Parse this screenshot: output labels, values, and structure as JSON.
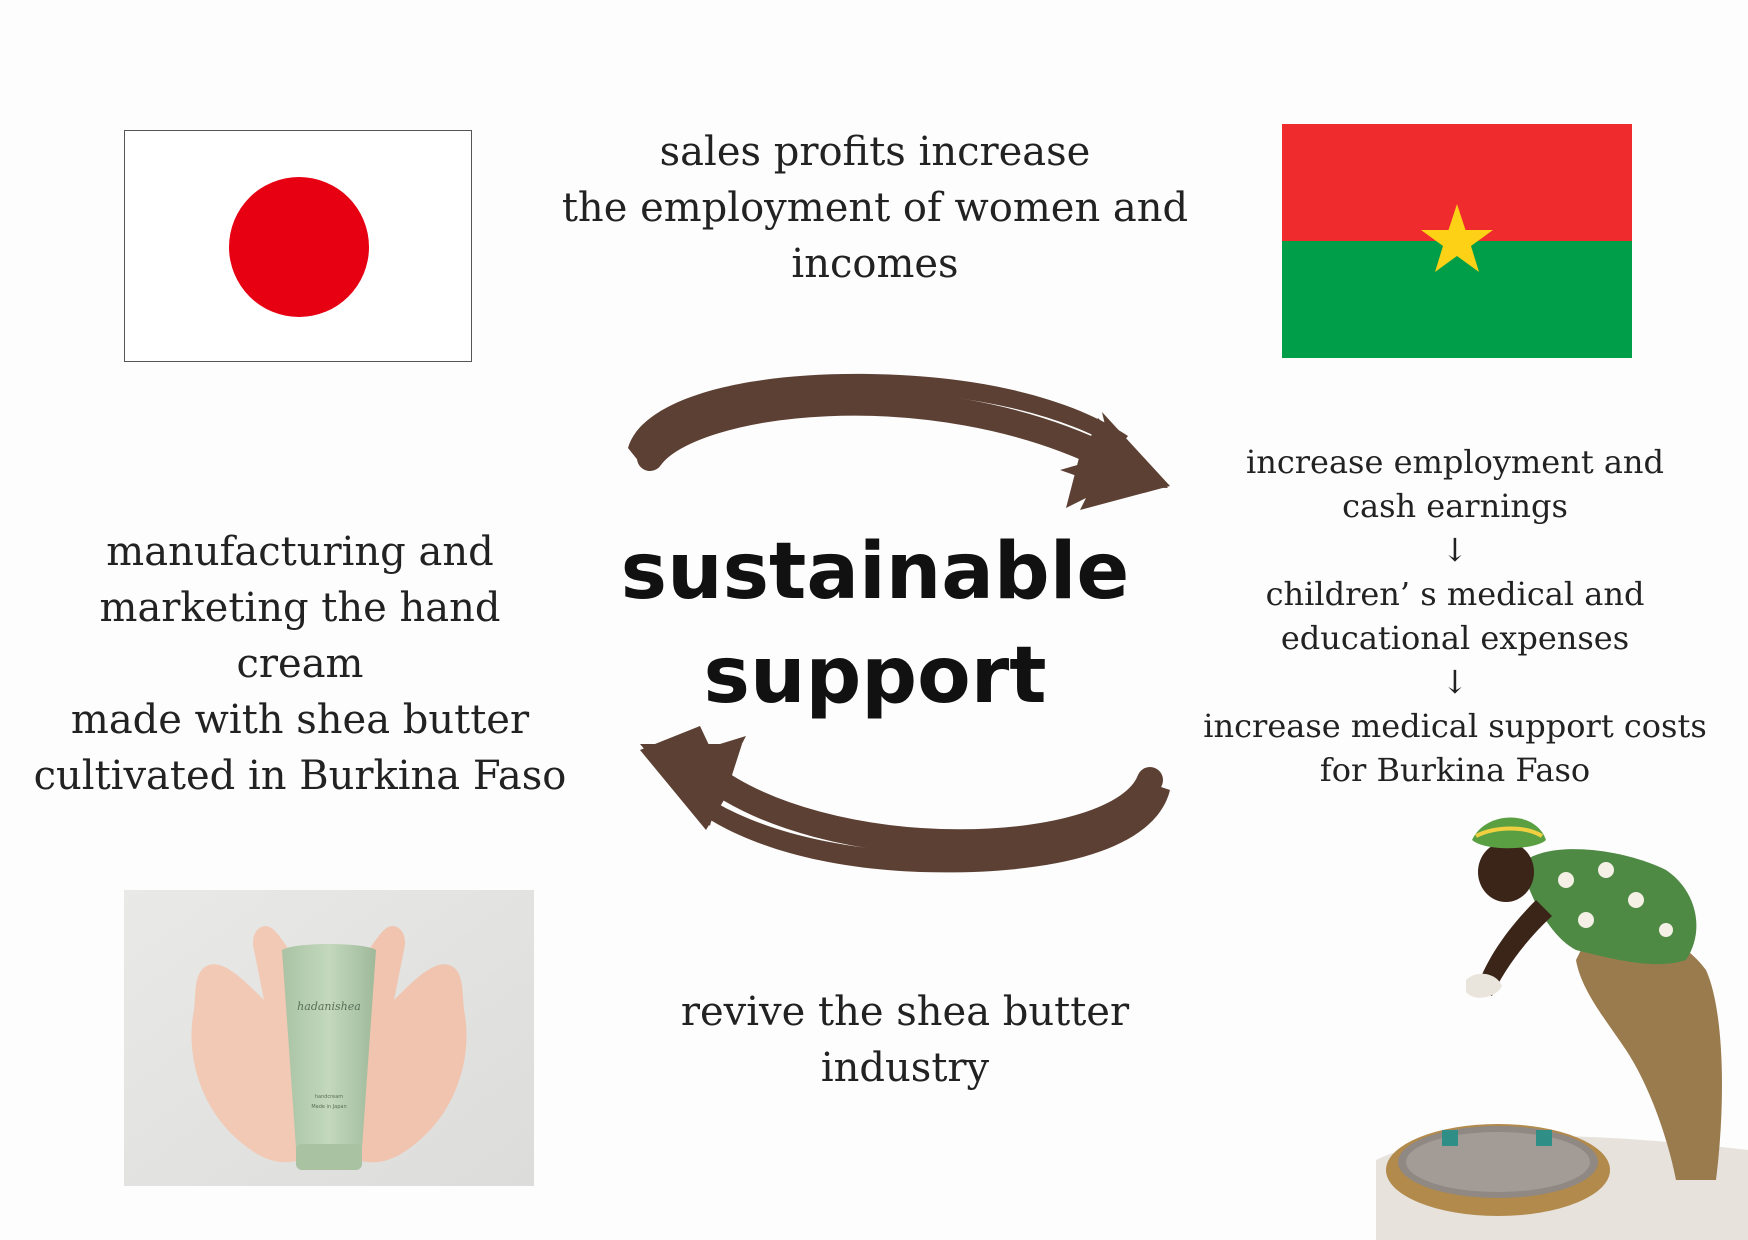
{
  "top_center": {
    "lines": [
      "sales profits increase",
      "the employment of women and",
      "incomes"
    ]
  },
  "left_text": {
    "lines": [
      "manufacturing and",
      "marketing the hand cream",
      "made with shea butter",
      "cultivated in Burkina Faso"
    ]
  },
  "center": {
    "lines": [
      "sustainable",
      "support"
    ]
  },
  "right_chain": {
    "lines": [
      "increase employment and",
      "cash earnings",
      "↓",
      "children’ s medical and",
      "educational expenses",
      "↓",
      "increase medical support costs",
      "for Burkina Faso"
    ]
  },
  "bottom_center": {
    "lines": [
      "revive the shea butter",
      "industry"
    ]
  },
  "product": {
    "tube_brand": "hadanishea",
    "tube_small_1": "handcream",
    "tube_small_2": "Made in Japan"
  },
  "colors": {
    "arrow": "#5c4033",
    "japan_red": "#e60012",
    "bf_red": "#ef2b2d",
    "bf_green": "#009e49",
    "bf_star": "#fcd116"
  }
}
